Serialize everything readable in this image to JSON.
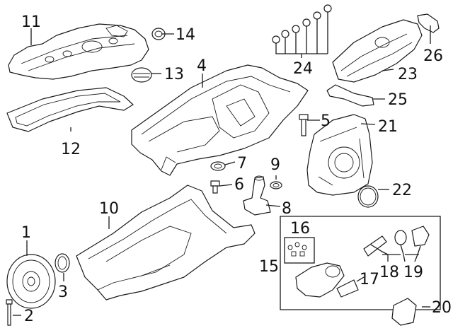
{
  "diagram": {
    "title": "",
    "callouts": [
      {
        "id": "c1",
        "label": "1",
        "part": "crankshaft pulley"
      },
      {
        "id": "c2",
        "label": "2",
        "part": "bolt"
      },
      {
        "id": "c3",
        "label": "3",
        "part": "seal"
      },
      {
        "id": "c4",
        "label": "4",
        "part": "upper oil pan"
      },
      {
        "id": "c5",
        "label": "5",
        "part": "bolt"
      },
      {
        "id": "c6",
        "label": "6",
        "part": "drain plug"
      },
      {
        "id": "c7",
        "label": "7",
        "part": "gasket"
      },
      {
        "id": "c8",
        "label": "8",
        "part": "oil level sensor"
      },
      {
        "id": "c9",
        "label": "9",
        "part": "o-ring"
      },
      {
        "id": "c10",
        "label": "10",
        "part": "lower oil pan"
      },
      {
        "id": "c11",
        "label": "11",
        "part": "valve cover"
      },
      {
        "id": "c12",
        "label": "12",
        "part": "valve cover gasket"
      },
      {
        "id": "c13",
        "label": "13",
        "part": "oil filler cap"
      },
      {
        "id": "c14",
        "label": "14",
        "part": "breather valve"
      },
      {
        "id": "c15",
        "label": "15",
        "part": "oil filter housing"
      },
      {
        "id": "c16",
        "label": "16",
        "part": "gasket kit"
      },
      {
        "id": "c17",
        "label": "17",
        "part": "housing gasket"
      },
      {
        "id": "c18",
        "label": "18",
        "part": "oil filter"
      },
      {
        "id": "c19",
        "label": "19",
        "part": "filter cap"
      },
      {
        "id": "c20",
        "label": "20",
        "part": "cover"
      },
      {
        "id": "c21",
        "label": "21",
        "part": "timing cover"
      },
      {
        "id": "c22",
        "label": "22",
        "part": "seal"
      },
      {
        "id": "c23",
        "label": "23",
        "part": "intake manifold"
      },
      {
        "id": "c24",
        "label": "24",
        "part": "o-ring set"
      },
      {
        "id": "c25",
        "label": "25",
        "part": "bracket"
      },
      {
        "id": "c26",
        "label": "26",
        "part": "bracket"
      }
    ]
  }
}
